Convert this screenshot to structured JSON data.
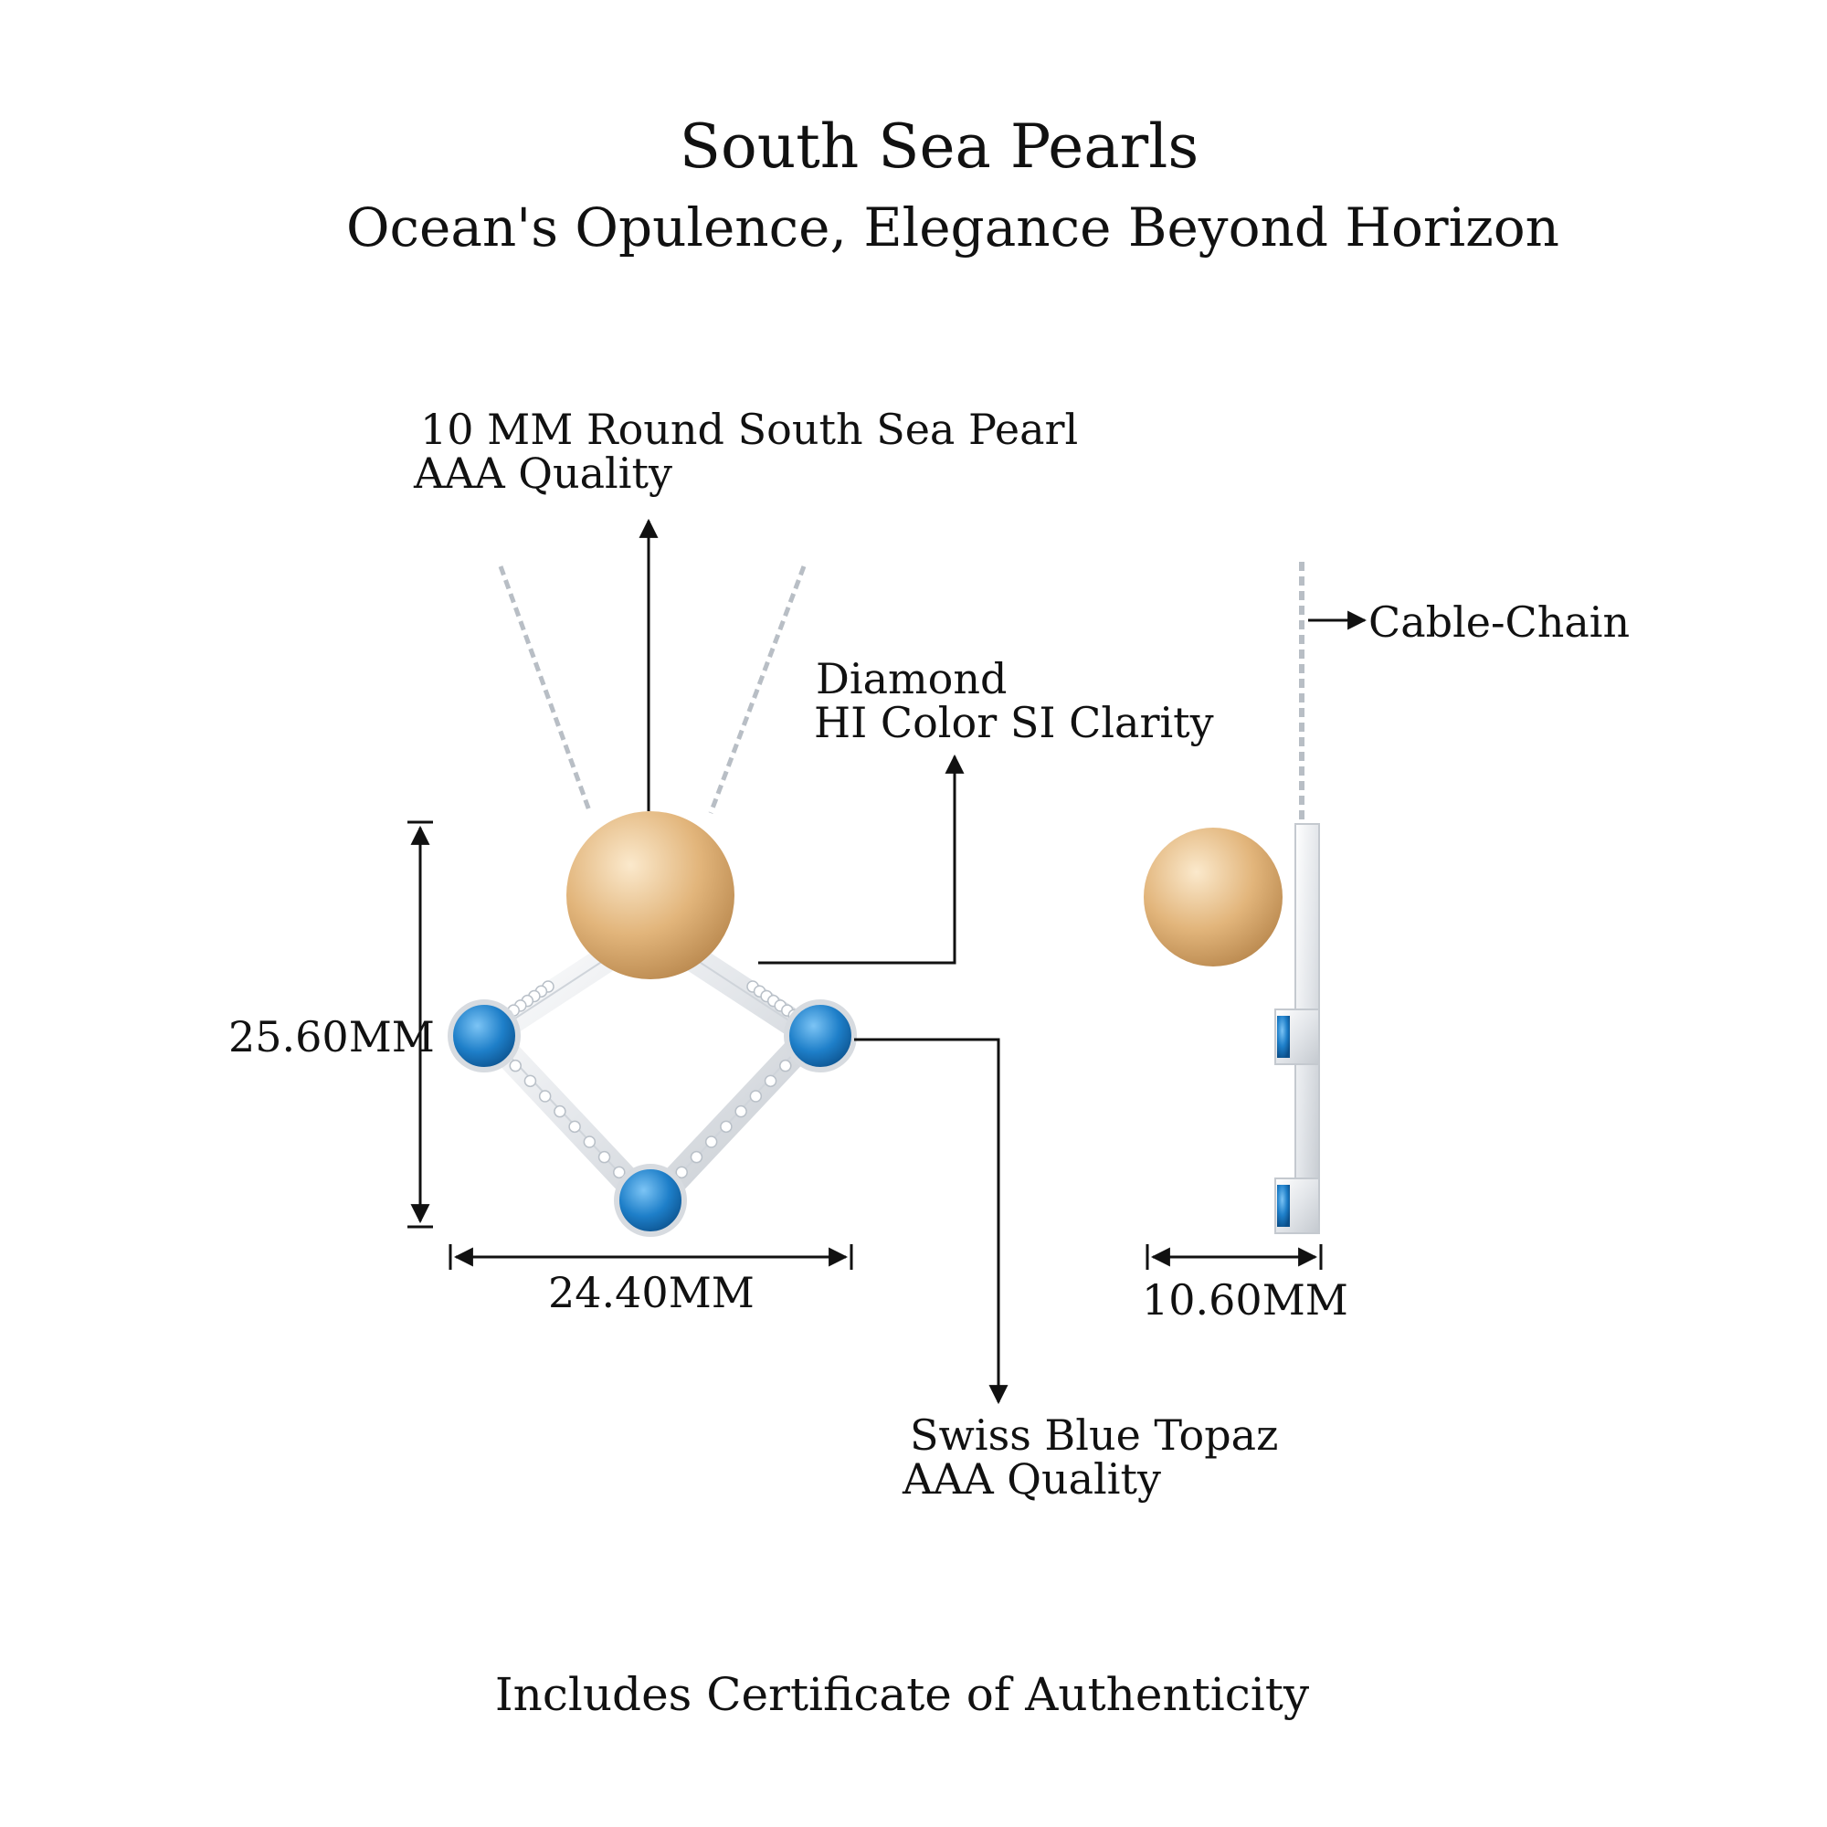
{
  "header": {
    "title": "South Sea Pearls",
    "subtitle": "Ocean's Opulence, Elegance Beyond Horizon"
  },
  "callouts": {
    "pearl": {
      "line1": "10 MM Round South Sea Pearl",
      "line2": "AAA Quality"
    },
    "diamond": {
      "line1": "Diamond",
      "line2": "HI Color SI Clarity"
    },
    "topaz": {
      "line1": "Swiss Blue Topaz",
      "line2": "AAA Quality"
    },
    "chain": {
      "label": "Cable-Chain"
    }
  },
  "dimensions": {
    "height": "25.60MM",
    "width": "24.40MM",
    "depth": "10.60MM"
  },
  "footer": {
    "text": "Includes Certificate of Authenticity"
  },
  "colors": {
    "pearl": "#e2b57b",
    "topaz": "#1e7fc9",
    "metal": "#e6e8eb",
    "text": "#111111"
  }
}
